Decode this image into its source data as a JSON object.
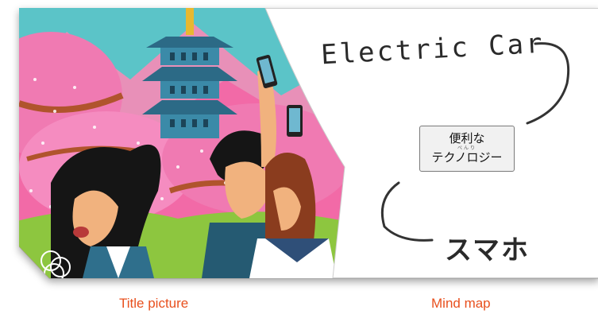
{
  "title_picture": {
    "caption": "Title picture",
    "alt_icon": "cherry-blossom-scene-illustration"
  },
  "mind_map": {
    "caption": "Mind map",
    "center_node": {
      "line1": "便利な",
      "ruby": "べんり",
      "line2": "テクノロジー"
    },
    "branch_top": "Electric Car",
    "branch_bottom": "スマホ"
  },
  "colors": {
    "caption": "#e8501e",
    "sky": "#5bc4c8",
    "mountains": "#e890b8",
    "blossom": "#f26aa7",
    "grass": "#8dc63f",
    "pagoda": "#2c6a86"
  }
}
